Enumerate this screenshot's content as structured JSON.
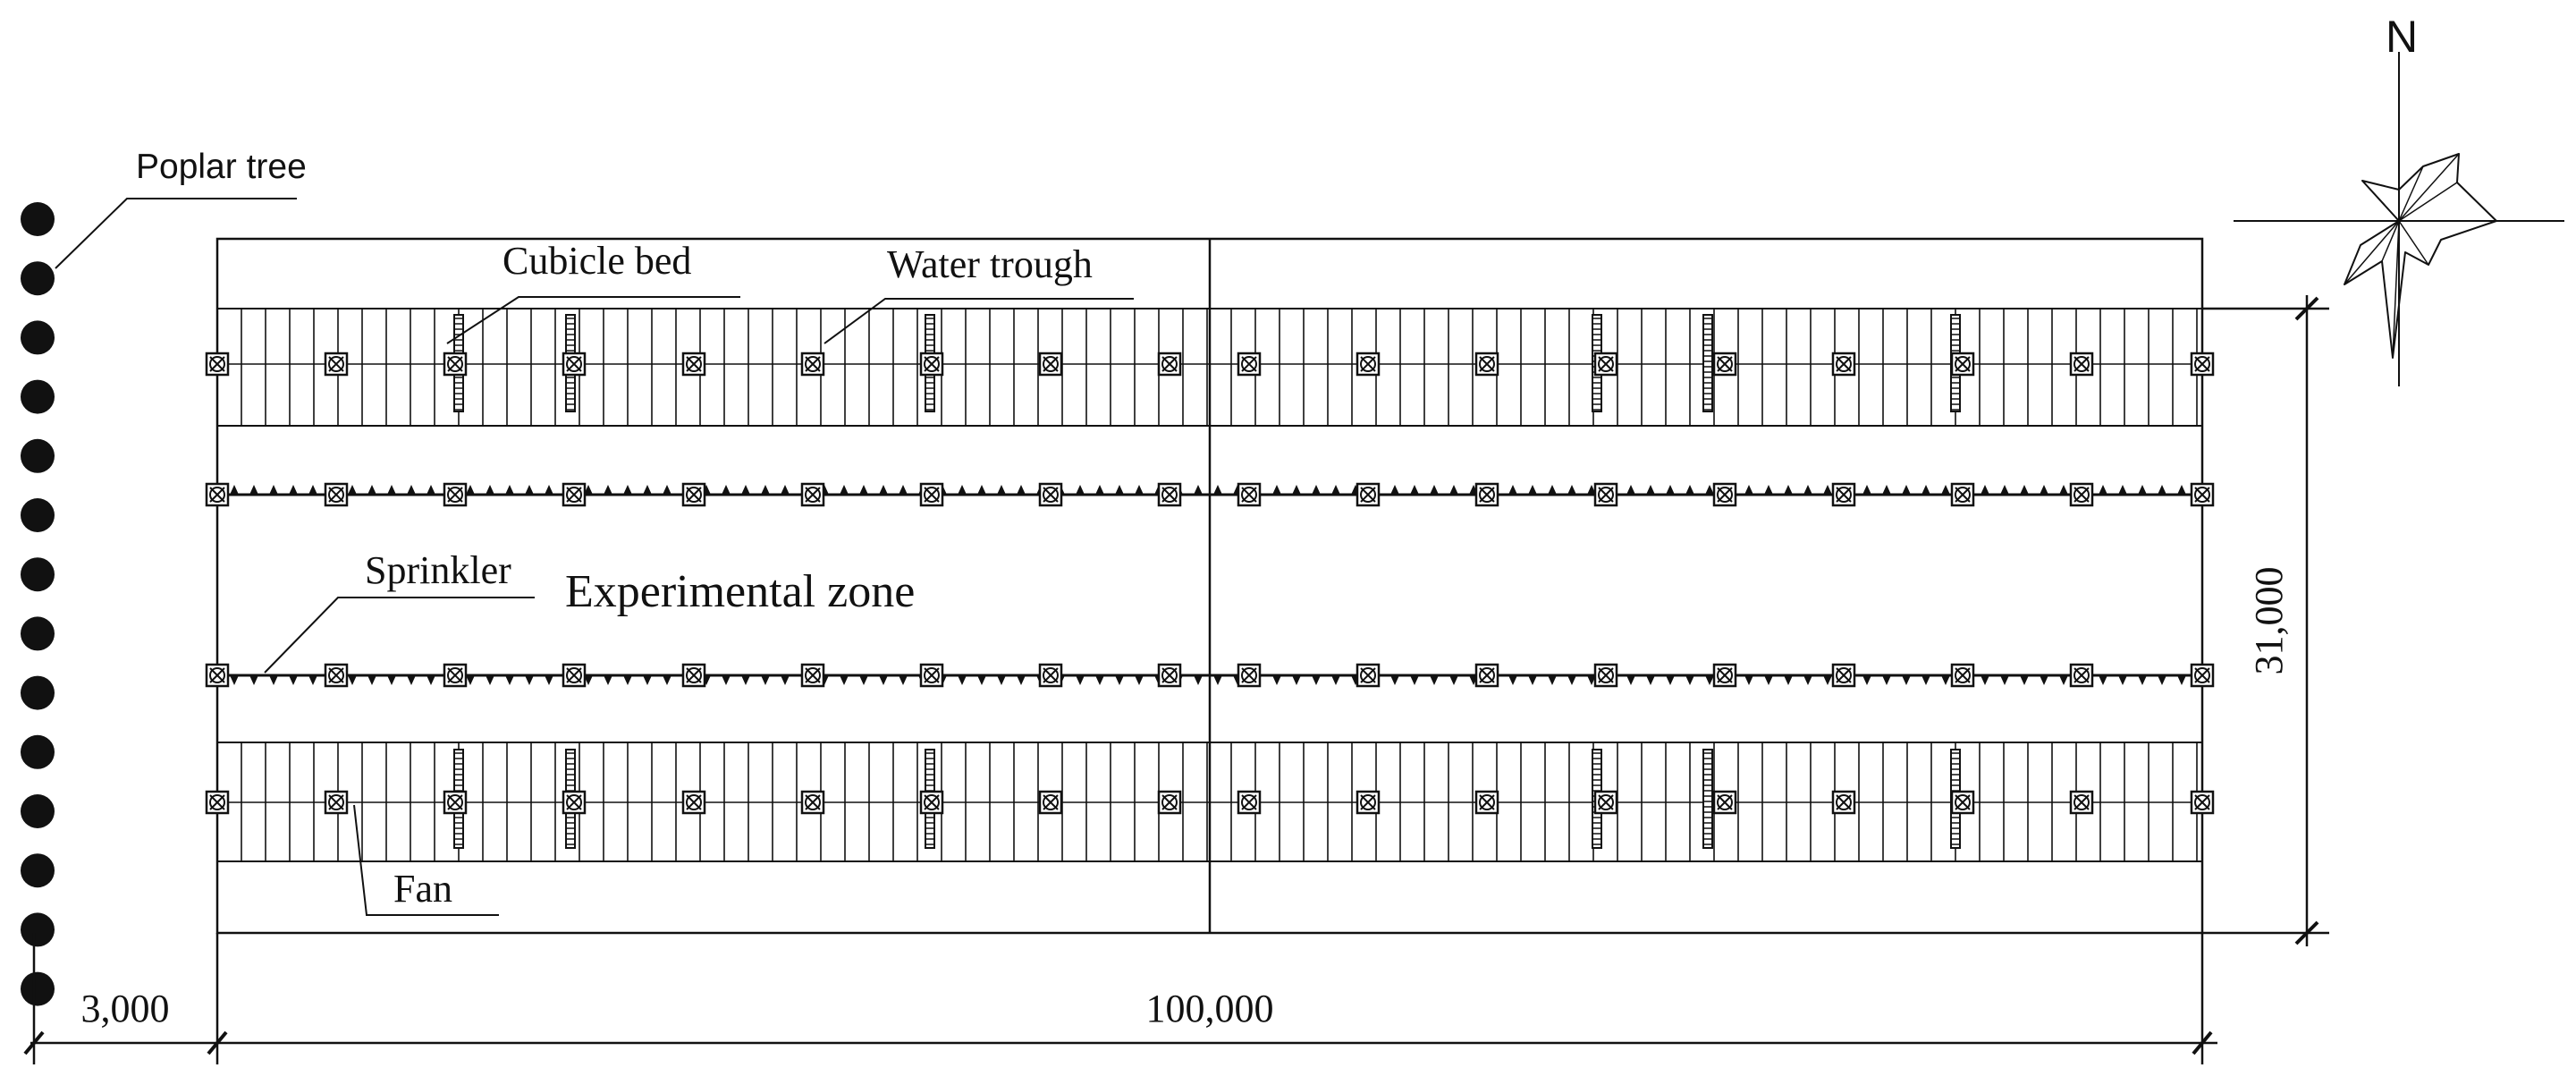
{
  "compass": {
    "north_label": "N"
  },
  "labels": {
    "poplar_tree": "Poplar tree",
    "cubicle_bed": "Cubicle bed",
    "water_trough": "Water trough",
    "sprinkler": "Sprinkler",
    "experimental_zone": "Experimental zone",
    "fan": "Fan"
  },
  "dimensions": {
    "width": "100,000",
    "offset": "3,000",
    "height": "31,000"
  },
  "colors": {
    "line": "#111111",
    "background": "#ffffff"
  }
}
